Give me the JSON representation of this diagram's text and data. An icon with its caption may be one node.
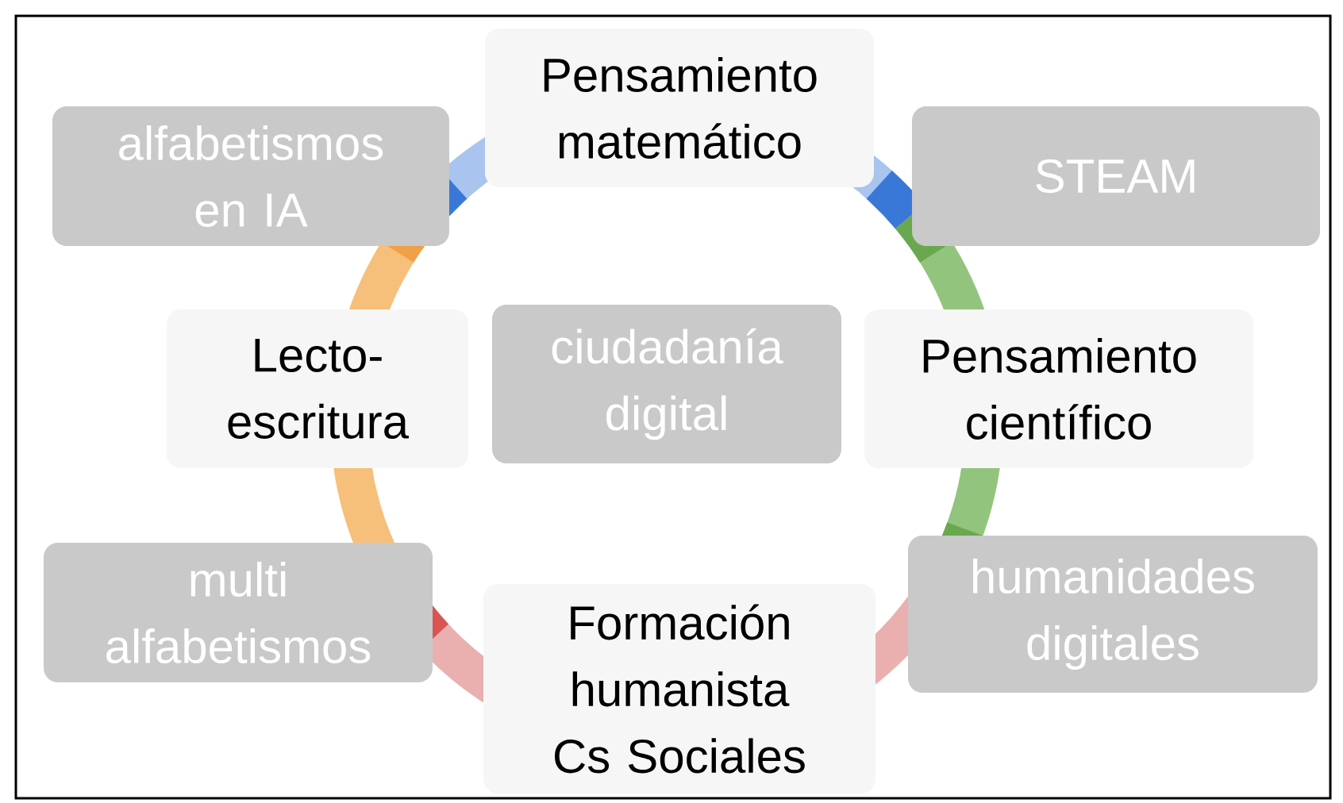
{
  "diagram": {
    "nodes": [
      {
        "text": [
          "Pensamiento matemático"
        ]
      },
      {
        "text": [
          "alfabetismos en IA"
        ]
      },
      {
        "text": [
          "STEAM"
        ]
      },
      {
        "text": [
          "Lecto-escritura"
        ]
      },
      {
        "text": [
          "ciudadanía digital"
        ]
      },
      {
        "text": [
          "Pensamiento científico"
        ]
      },
      {
        "text": [
          "multi alfabetismos"
        ]
      },
      {
        "text": [
          "humanidades digitales"
        ]
      },
      {
        "text": [
          "Formación humanista Cs Sociales"
        ]
      }
    ]
  }
}
